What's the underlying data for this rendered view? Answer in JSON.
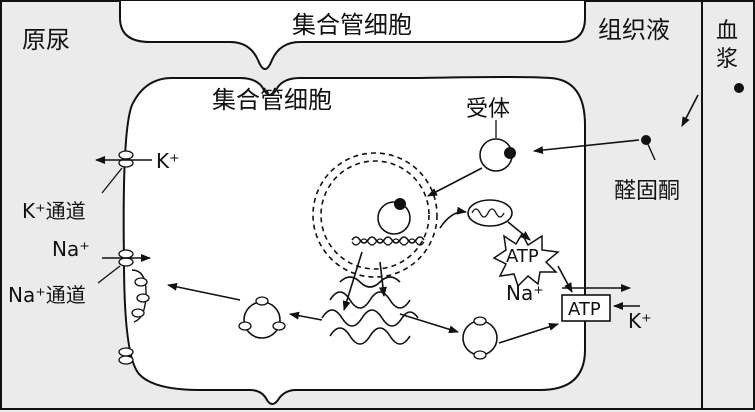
{
  "regions": {
    "primary_urine": "原尿",
    "tissue_fluid": "组织液",
    "plasma": "血浆"
  },
  "cells": {
    "top_cell": "集合管细胞",
    "main_cell": "集合管细胞"
  },
  "labels": {
    "receptor": "受体",
    "aldosterone": "醛固酮",
    "atp_1": "ATP",
    "atp_2": "ATP",
    "k_right": "K⁺",
    "na_right": "Na⁺",
    "k_left": "K⁺",
    "k_channel": "K⁺通道",
    "na_left": "Na⁺",
    "na_channel": "Na⁺通道"
  },
  "colors": {
    "interstitial": "#ebebeb",
    "cell_fill": "#ffffff",
    "stroke": "#111111"
  }
}
